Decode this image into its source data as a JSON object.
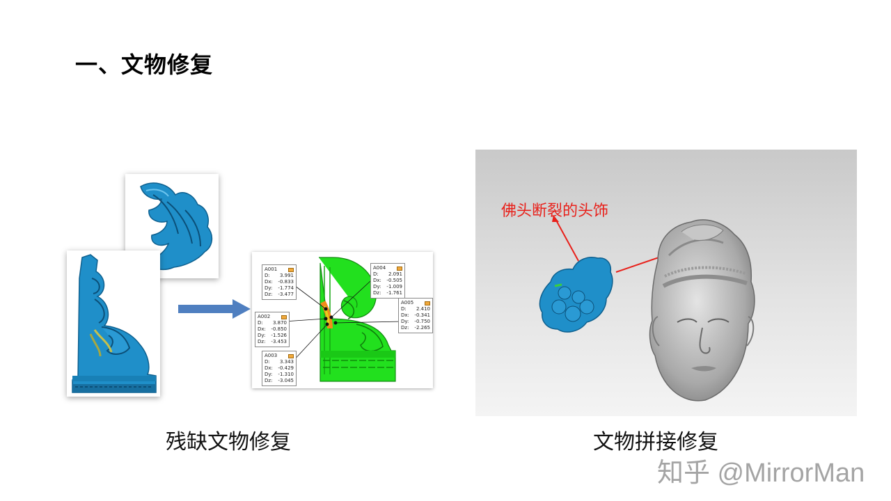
{
  "title": "一、文物修复",
  "captions": {
    "left": "残缺文物修复",
    "right": "文物拼接修复"
  },
  "watermark": "知乎 @MirrorMan",
  "scan_label": "佛头断裂的头饰",
  "callouts": [
    {
      "id": "A001",
      "rows": [
        [
          "D:",
          "3.991"
        ],
        [
          "Dx:",
          "-0.833"
        ],
        [
          "Dy:",
          "-1.774"
        ],
        [
          "Dz:",
          "-3.477"
        ]
      ]
    },
    {
      "id": "A002",
      "rows": [
        [
          "D:",
          "3.870"
        ],
        [
          "Dx:",
          "-0.850"
        ],
        [
          "Dy:",
          "-1.526"
        ],
        [
          "Dz:",
          "-3.453"
        ]
      ]
    },
    {
      "id": "A003",
      "rows": [
        [
          "D:",
          "3.343"
        ],
        [
          "Dx:",
          "-0.429"
        ],
        [
          "Dy:",
          "-1.310"
        ],
        [
          "Dz:",
          "-3.045"
        ]
      ]
    },
    {
      "id": "A004",
      "rows": [
        [
          "D:",
          "2.091"
        ],
        [
          "Dx:",
          "-0.505"
        ],
        [
          "Dy:",
          "-1.009"
        ],
        [
          "Dz:",
          "-1.761"
        ]
      ]
    },
    {
      "id": "A005",
      "rows": [
        [
          "D:",
          "2.410"
        ],
        [
          "Dx:",
          "-0.341"
        ],
        [
          "Dy:",
          "-0.750"
        ],
        [
          "Dz:",
          "-2.265"
        ]
      ]
    }
  ],
  "colors": {
    "scan_blue": "#1f8fc9",
    "analysis_green": "#22e01e",
    "arrow_blue": "#4f7fc0",
    "label_red": "#e8201a"
  }
}
